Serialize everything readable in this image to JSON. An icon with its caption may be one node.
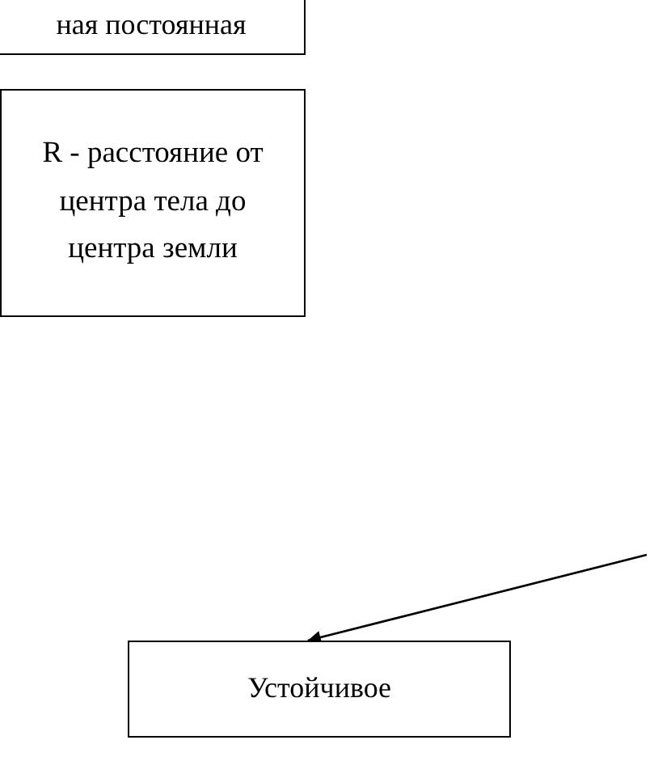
{
  "diagram": {
    "nodes": [
      {
        "text": [
          "ная постоянная"
        ]
      },
      {
        "text": [
          "R -  расстояние от центра тела до центра земли"
        ]
      },
      {
        "text": [
          "Устойчивое"
        ]
      }
    ],
    "edges": [
      {
        "from": null,
        "to": 2,
        "arrow": "to"
      }
    ]
  }
}
